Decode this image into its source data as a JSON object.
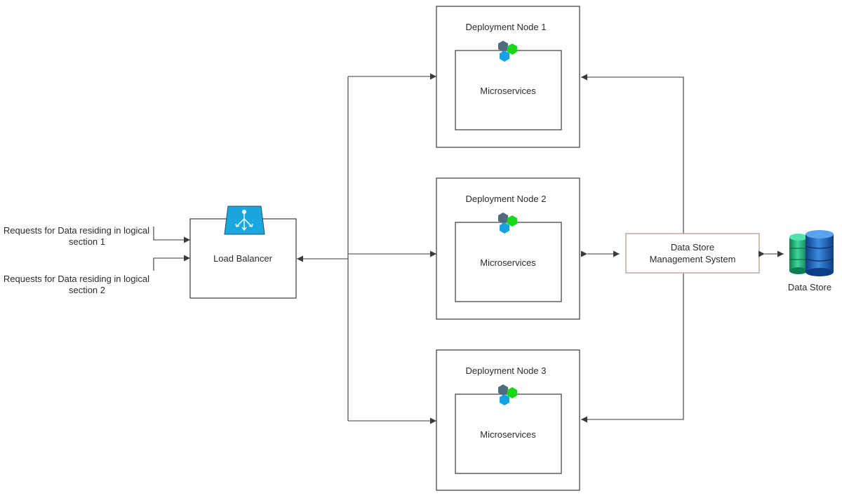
{
  "requests": {
    "section1_line1": "Requests for Data residing in logical",
    "section1_line2": "section 1",
    "section2_line1": "Requests for Data residing in logical",
    "section2_line2": "section 2"
  },
  "load_balancer": {
    "label": "Load Balancer",
    "icon": "load-balancer-icon"
  },
  "nodes": [
    {
      "title": "Deployment Node 1",
      "inner_label": "Microservices"
    },
    {
      "title": "Deployment Node 2",
      "inner_label": "Microservices"
    },
    {
      "title": "Deployment Node 3",
      "inner_label": "Microservices"
    }
  ],
  "dsms": {
    "line1": "Data Store",
    "line2": "Management System"
  },
  "data_store": {
    "label": "Data Store",
    "icon": "database-icon"
  },
  "colors": {
    "load_balancer": "#1aa7dd",
    "hex_dark": "#4f6b7d",
    "hex_green": "#19d61b",
    "hex_blue": "#17a3e3",
    "db_green": "#1fa972",
    "db_blue": "#1b5fb6",
    "dsms_border": "#b98c8c"
  }
}
